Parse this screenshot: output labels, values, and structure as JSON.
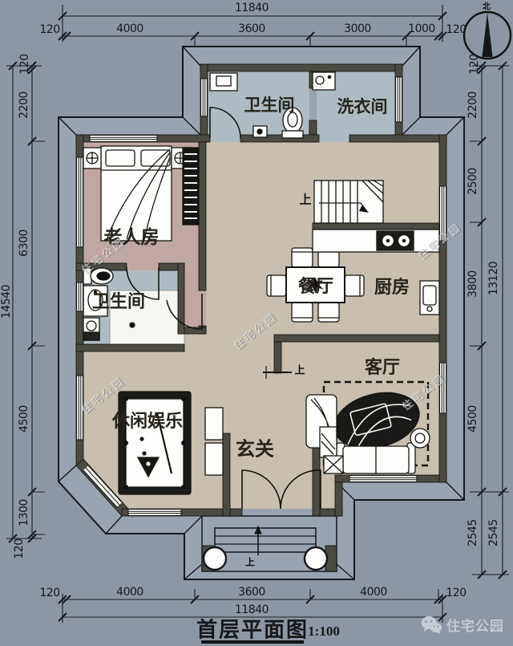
{
  "title": {
    "text": "首层平面图",
    "scale": "1:100"
  },
  "rooms": {
    "bath_top": "卫生间",
    "laundry": "洗衣间",
    "elder_bedroom": "老人房",
    "bath2": "卫生间",
    "dining": "餐厅",
    "kitchen": "厨房",
    "living": "客厅",
    "leisure": "休闲娱乐",
    "foyer": "玄关"
  },
  "markers": {
    "up_stairs": "上",
    "up_step": "上",
    "up_entry": "上",
    "north": "北"
  },
  "dimensions": {
    "top": {
      "total": "11840",
      "segments": [
        "120",
        "4000",
        "3600",
        "3000",
        "1000",
        "120"
      ]
    },
    "bottom": {
      "total": "11840",
      "segments": [
        "120",
        "4000",
        "3600",
        "4000",
        "120"
      ]
    },
    "left": {
      "total": "14540",
      "segments": [
        "120",
        "2200",
        "6300",
        "4500",
        "1300",
        "120"
      ]
    },
    "right": {
      "total_upper": "13120",
      "total_lower": "2545",
      "segments": [
        "120",
        "2200",
        "2500",
        "3800",
        "4500",
        "2545"
      ]
    }
  },
  "watermark": {
    "text": "住宅公园"
  },
  "logo": {
    "text": "住宅公园"
  },
  "colors": {
    "canvas": "#8d97a3",
    "eave_band": "#9aa4b0",
    "wall": "#4b4a43",
    "floor_common": "#c8bfb1",
    "floor_bedroom": "#c0a7a3",
    "floor_wet": "#aebbc2",
    "fixture_white": "#fdfdfb",
    "ink": "#14171d",
    "logo_text": "#c3c9d0"
  }
}
